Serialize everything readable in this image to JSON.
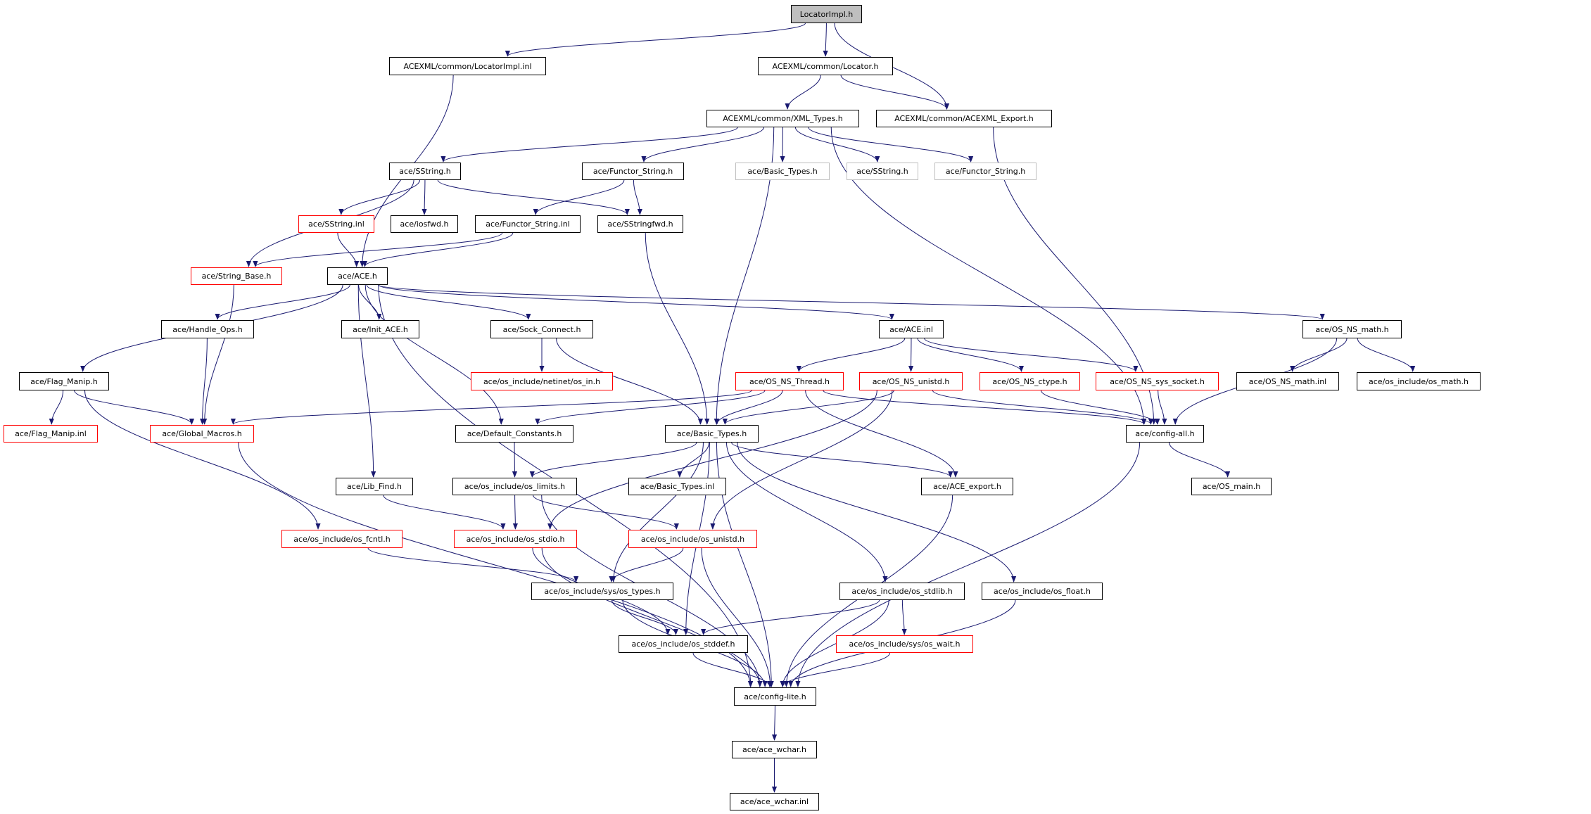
{
  "graph": {
    "colors": {
      "edge": "#191970",
      "node_border": "#000000",
      "missing_border": "#ff0000",
      "external_border": "#bfbfbf",
      "root_fill": "#bfbfbf"
    },
    "nodes": [
      {
        "id": "root",
        "label": "LocatorImpl.h",
        "style": "root"
      },
      {
        "id": "limpl_inl",
        "label": "ACEXML/common/LocatorImpl.inl",
        "style": "normal"
      },
      {
        "id": "locator",
        "label": "ACEXML/common/Locator.h",
        "style": "normal"
      },
      {
        "id": "xml_types",
        "label": "ACEXML/common/XML_Types.h",
        "style": "normal"
      },
      {
        "id": "export",
        "label": "ACEXML/common/ACEXML_Export.h",
        "style": "normal"
      },
      {
        "id": "sstring",
        "label": "ace/SString.h",
        "style": "normal"
      },
      {
        "id": "functor",
        "label": "ace/Functor_String.h",
        "style": "normal"
      },
      {
        "id": "g_basic",
        "label": "ace/Basic_Types.h",
        "style": "gray"
      },
      {
        "id": "g_sstring",
        "label": "ace/SString.h",
        "style": "gray"
      },
      {
        "id": "g_functor",
        "label": "ace/Functor_String.h",
        "style": "gray"
      },
      {
        "id": "sstring_inl",
        "label": "ace/SString.inl",
        "style": "red"
      },
      {
        "id": "iosfwd",
        "label": "ace/iosfwd.h",
        "style": "normal"
      },
      {
        "id": "functor_inl",
        "label": "ace/Functor_String.inl",
        "style": "normal"
      },
      {
        "id": "sstringfwd",
        "label": "ace/SStringfwd.h",
        "style": "normal"
      },
      {
        "id": "string_base",
        "label": "ace/String_Base.h",
        "style": "red"
      },
      {
        "id": "ace_h",
        "label": "ace/ACE.h",
        "style": "normal"
      },
      {
        "id": "handle_ops",
        "label": "ace/Handle_Ops.h",
        "style": "normal"
      },
      {
        "id": "init_ace",
        "label": "ace/Init_ACE.h",
        "style": "normal"
      },
      {
        "id": "sock_connect",
        "label": "ace/Sock_Connect.h",
        "style": "normal"
      },
      {
        "id": "ace_inl",
        "label": "ace/ACE.inl",
        "style": "normal"
      },
      {
        "id": "os_ns_math",
        "label": "ace/OS_NS_math.h",
        "style": "normal"
      },
      {
        "id": "flag_manip",
        "label": "ace/Flag_Manip.h",
        "style": "normal"
      },
      {
        "id": "os_in",
        "label": "ace/os_include/netinet/os_in.h",
        "style": "red"
      },
      {
        "id": "ns_thread",
        "label": "ace/OS_NS_Thread.h",
        "style": "red"
      },
      {
        "id": "ns_unistd",
        "label": "ace/OS_NS_unistd.h",
        "style": "red"
      },
      {
        "id": "ns_ctype",
        "label": "ace/OS_NS_ctype.h",
        "style": "red"
      },
      {
        "id": "ns_socket",
        "label": "ace/OS_NS_sys_socket.h",
        "style": "red"
      },
      {
        "id": "ns_math_inl",
        "label": "ace/OS_NS_math.inl",
        "style": "normal"
      },
      {
        "id": "os_math",
        "label": "ace/os_include/os_math.h",
        "style": "normal"
      },
      {
        "id": "flag_inl",
        "label": "ace/Flag_Manip.inl",
        "style": "red"
      },
      {
        "id": "global_macros",
        "label": "ace/Global_Macros.h",
        "style": "red"
      },
      {
        "id": "default_const",
        "label": "ace/Default_Constants.h",
        "style": "normal"
      },
      {
        "id": "basic_types",
        "label": "ace/Basic_Types.h",
        "style": "normal"
      },
      {
        "id": "config_all",
        "label": "ace/config-all.h",
        "style": "normal"
      },
      {
        "id": "lib_find",
        "label": "ace/Lib_Find.h",
        "style": "normal"
      },
      {
        "id": "os_limits",
        "label": "ace/os_include/os_limits.h",
        "style": "normal"
      },
      {
        "id": "basic_inl",
        "label": "ace/Basic_Types.inl",
        "style": "normal"
      },
      {
        "id": "ace_export",
        "label": "ace/ACE_export.h",
        "style": "normal"
      },
      {
        "id": "os_main",
        "label": "ace/OS_main.h",
        "style": "normal"
      },
      {
        "id": "os_fcntl",
        "label": "ace/os_include/os_fcntl.h",
        "style": "red"
      },
      {
        "id": "os_stdio",
        "label": "ace/os_include/os_stdio.h",
        "style": "red"
      },
      {
        "id": "os_unistd",
        "label": "ace/os_include/os_unistd.h",
        "style": "red"
      },
      {
        "id": "os_types",
        "label": "ace/os_include/sys/os_types.h",
        "style": "normal"
      },
      {
        "id": "os_stdlib",
        "label": "ace/os_include/os_stdlib.h",
        "style": "normal"
      },
      {
        "id": "os_float",
        "label": "ace/os_include/os_float.h",
        "style": "normal"
      },
      {
        "id": "os_stddef",
        "label": "ace/os_include/os_stddef.h",
        "style": "normal"
      },
      {
        "id": "os_wait",
        "label": "ace/os_include/sys/os_wait.h",
        "style": "red"
      },
      {
        "id": "config_lite",
        "label": "ace/config-lite.h",
        "style": "normal"
      },
      {
        "id": "wchar_h",
        "label": "ace/ace_wchar.h",
        "style": "normal"
      },
      {
        "id": "wchar_inl",
        "label": "ace/ace_wchar.inl",
        "style": "normal"
      }
    ],
    "edges": [
      [
        "root",
        "limpl_inl"
      ],
      [
        "root",
        "locator"
      ],
      [
        "root",
        "export"
      ],
      [
        "limpl_inl",
        "ace_h"
      ],
      [
        "locator",
        "xml_types"
      ],
      [
        "locator",
        "export"
      ],
      [
        "export",
        "config_all"
      ],
      [
        "xml_types",
        "sstring"
      ],
      [
        "xml_types",
        "functor"
      ],
      [
        "xml_types",
        "g_basic"
      ],
      [
        "xml_types",
        "g_sstring"
      ],
      [
        "xml_types",
        "g_functor"
      ],
      [
        "xml_types",
        "basic_types"
      ],
      [
        "xml_types",
        "config_all"
      ],
      [
        "sstring",
        "string_base"
      ],
      [
        "sstring",
        "sstring_inl"
      ],
      [
        "sstring",
        "iosfwd"
      ],
      [
        "sstring",
        "sstringfwd"
      ],
      [
        "functor",
        "functor_inl"
      ],
      [
        "functor",
        "sstringfwd"
      ],
      [
        "sstring_inl",
        "ace_h"
      ],
      [
        "functor_inl",
        "string_base"
      ],
      [
        "functor_inl",
        "ace_h"
      ],
      [
        "sstringfwd",
        "basic_types"
      ],
      [
        "string_base",
        "global_macros"
      ],
      [
        "ace_h",
        "flag_manip"
      ],
      [
        "ace_h",
        "handle_ops"
      ],
      [
        "ace_h",
        "init_ace"
      ],
      [
        "ace_h",
        "sock_connect"
      ],
      [
        "ace_h",
        "ace_inl"
      ],
      [
        "ace_h",
        "os_ns_math"
      ],
      [
        "ace_h",
        "lib_find"
      ],
      [
        "ace_h",
        "default_const"
      ],
      [
        "ace_h",
        "config_lite"
      ],
      [
        "handle_ops",
        "global_macros"
      ],
      [
        "flag_manip",
        "flag_inl"
      ],
      [
        "flag_manip",
        "global_macros"
      ],
      [
        "flag_manip",
        "os_fcntl"
      ],
      [
        "sock_connect",
        "os_in"
      ],
      [
        "sock_connect",
        "basic_types"
      ],
      [
        "ace_inl",
        "ns_thread"
      ],
      [
        "ace_inl",
        "ns_unistd"
      ],
      [
        "ace_inl",
        "ns_ctype"
      ],
      [
        "ace_inl",
        "ns_socket"
      ],
      [
        "os_ns_math",
        "ns_math_inl"
      ],
      [
        "os_ns_math",
        "os_math"
      ],
      [
        "os_ns_math",
        "config_all"
      ],
      [
        "ns_thread",
        "global_macros"
      ],
      [
        "ns_thread",
        "default_const"
      ],
      [
        "ns_thread",
        "basic_types"
      ],
      [
        "ns_thread",
        "config_all"
      ],
      [
        "ns_thread",
        "ace_export"
      ],
      [
        "ns_unistd",
        "basic_types"
      ],
      [
        "ns_unistd",
        "config_all"
      ],
      [
        "ns_unistd",
        "os_stdio"
      ],
      [
        "ns_unistd",
        "os_unistd"
      ],
      [
        "ns_ctype",
        "config_all"
      ],
      [
        "ns_socket",
        "config_all"
      ],
      [
        "global_macros",
        "config_lite"
      ],
      [
        "default_const",
        "os_limits"
      ],
      [
        "basic_types",
        "os_limits"
      ],
      [
        "basic_types",
        "basic_inl"
      ],
      [
        "basic_types",
        "os_types"
      ],
      [
        "basic_types",
        "os_stddef"
      ],
      [
        "basic_types",
        "config_lite"
      ],
      [
        "basic_types",
        "ace_export"
      ],
      [
        "basic_types",
        "os_stdlib"
      ],
      [
        "basic_types",
        "os_float"
      ],
      [
        "config_all",
        "os_main"
      ],
      [
        "config_all",
        "config_lite"
      ],
      [
        "lib_find",
        "os_stdio"
      ],
      [
        "os_limits",
        "os_stdio"
      ],
      [
        "os_limits",
        "os_unistd"
      ],
      [
        "os_limits",
        "config_lite"
      ],
      [
        "os_fcntl",
        "os_types"
      ],
      [
        "os_stdio",
        "os_stddef"
      ],
      [
        "os_stdio",
        "config_lite"
      ],
      [
        "os_unistd",
        "os_types"
      ],
      [
        "os_unistd",
        "config_lite"
      ],
      [
        "os_types",
        "os_stddef"
      ],
      [
        "os_types",
        "config_lite"
      ],
      [
        "os_stddef",
        "config_lite"
      ],
      [
        "ace_export",
        "config_lite"
      ],
      [
        "os_stdlib",
        "os_stddef"
      ],
      [
        "os_stdlib",
        "os_wait"
      ],
      [
        "os_stdlib",
        "config_lite"
      ],
      [
        "os_float",
        "config_lite"
      ],
      [
        "os_wait",
        "config_lite"
      ],
      [
        "config_lite",
        "wchar_h"
      ],
      [
        "wchar_h",
        "wchar_inl"
      ]
    ]
  }
}
